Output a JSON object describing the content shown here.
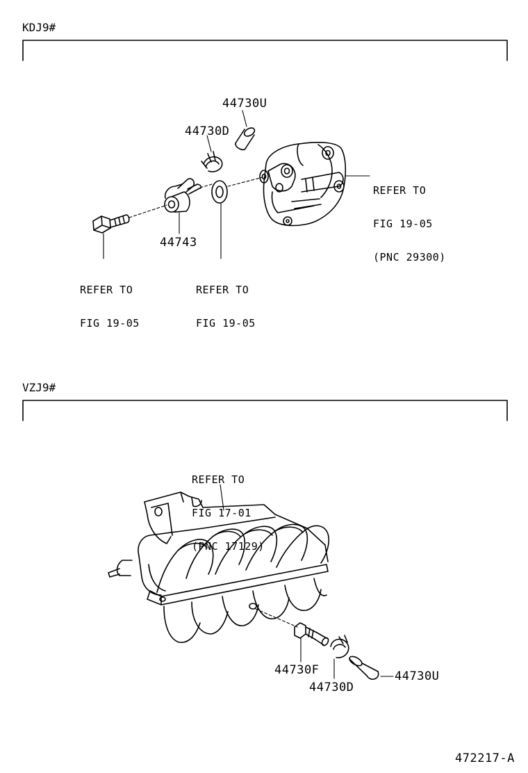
{
  "sections": [
    {
      "code": "KDJ9#"
    },
    {
      "code": "VZJ9#"
    }
  ],
  "top": {
    "parts": {
      "hose": "44730U",
      "clamp": "44730D",
      "union": "44743"
    },
    "refs": {
      "bolt": [
        "REFER TO",
        "FIG 19-05"
      ],
      "gasket": [
        "REFER TO",
        "FIG 19-05"
      ],
      "vacuum_pump": [
        "REFER TO",
        "FIG 19-05",
        "(PNC 29300)"
      ]
    }
  },
  "bottom": {
    "parts": {
      "fitting": "44730F",
      "clamp": "44730D",
      "hose": "44730U"
    },
    "refs": {
      "manifold": [
        "REFER TO",
        "FIG 17-01",
        "(PNC 17129)"
      ]
    }
  },
  "figure_id": "472217-A"
}
